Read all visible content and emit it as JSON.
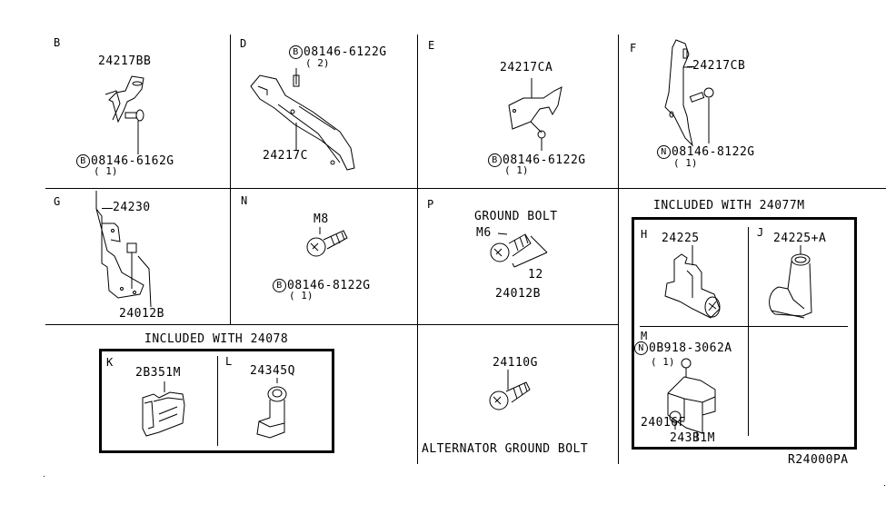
{
  "diagram_code": "R24000PA",
  "sections": {
    "B": {
      "letter": "B",
      "part": "24217BB",
      "fastener_symbol": "B",
      "fastener": "08146-6162G",
      "qty": "( 1)"
    },
    "D": {
      "letter": "D",
      "part": "24217C",
      "fastener_symbol": "B",
      "fastener": "08146-6122G",
      "qty": "( 2)"
    },
    "E": {
      "letter": "E",
      "part": "24217CA",
      "fastener_symbol": "B",
      "fastener": "08146-6122G",
      "qty": "( 1)"
    },
    "F": {
      "letter": "F",
      "part": "24217CB",
      "fastener_symbol": "N",
      "fastener": "08146-8122G",
      "qty": "( 1)"
    },
    "G": {
      "letter": "G",
      "part": "24230",
      "part2": "24012B"
    },
    "N": {
      "letter": "N",
      "size": "M8",
      "fastener_symbol": "B",
      "fastener": "08146-8122G",
      "qty": "( 1)"
    },
    "P": {
      "letter": "P",
      "title": "GROUND BOLT",
      "size": "M6",
      "length": "12",
      "part": "24012B"
    },
    "alternator": {
      "part": "24110G",
      "caption": "ALTERNATOR GROUND BOLT"
    },
    "group_24078": {
      "title": "INCLUDED WITH 24078",
      "K": {
        "letter": "K",
        "part": "2B351M"
      },
      "L": {
        "letter": "L",
        "part": "24345Q"
      }
    },
    "group_24077M": {
      "title": "INCLUDED WITH 24077M",
      "H": {
        "letter": "H",
        "part": "24225"
      },
      "J": {
        "letter": "J",
        "part": "24225+A"
      },
      "M": {
        "letter": "M",
        "fastener_symbol": "N",
        "fastener": "0B918-3062A",
        "qty": "( 1)",
        "part": "24016F",
        "part2": "243B1M"
      }
    }
  }
}
